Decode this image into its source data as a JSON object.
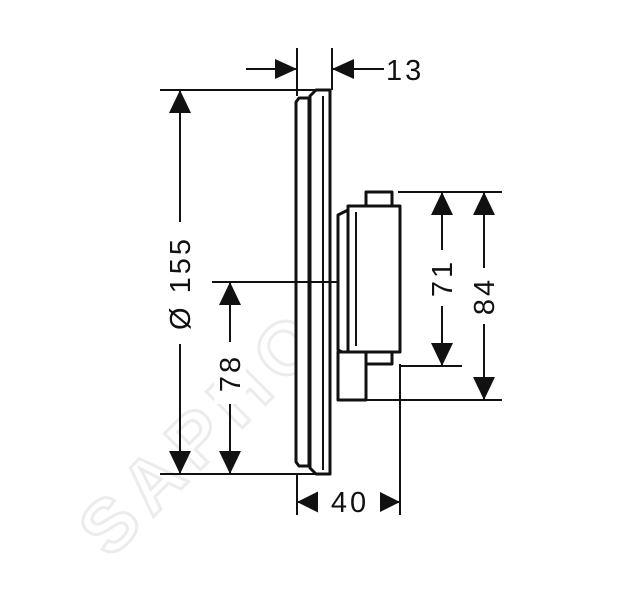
{
  "watermark": {
    "text": "SAPHO"
  },
  "dimensions": {
    "top_width": "13",
    "diameter": "Ø 155",
    "lower_height": "78",
    "upper_height_inner": "71",
    "upper_height_outer": "84",
    "depth": "40"
  },
  "colors": {
    "line": "#111111",
    "watermark": "#ececec",
    "background": "#ffffff"
  }
}
